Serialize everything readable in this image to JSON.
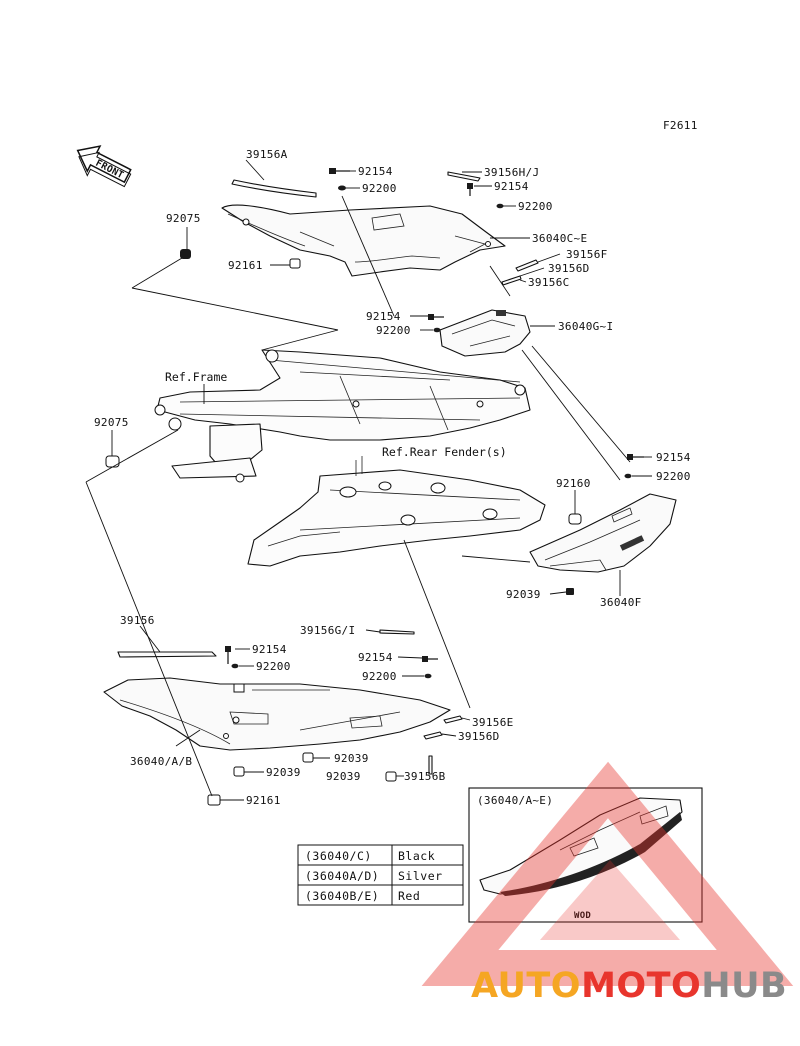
{
  "figure_id": "F2611",
  "front_label": "FRONT",
  "references": {
    "frame": "Ref.Frame",
    "rear_fender": "Ref.Rear Fender(s)"
  },
  "callouts": {
    "p39156A": "39156A",
    "p92154_a": "92154",
    "p92200_a": "92200",
    "p39156HJ": "39156H/J",
    "p92154_b": "92154",
    "p92200_b": "92200",
    "p92075_top": "92075",
    "p36040CE": "36040C~E",
    "p39156F": "39156F",
    "p92161_top": "92161",
    "p39156D_top": "39156D",
    "p39156C": "39156C",
    "p92154_c": "92154",
    "p92200_c": "92200",
    "p36040GI": "36040G~I",
    "p92075_mid": "92075",
    "p92154_d": "92154",
    "p92200_d": "92200",
    "p92160": "92160",
    "p92039_right": "92039",
    "p36040F": "36040F",
    "p39156": "39156",
    "p39156GI": "39156G/I",
    "p92154_e": "92154",
    "p92200_e": "92200",
    "p92154_f": "92154",
    "p92200_f": "92200",
    "p39156E": "39156E",
    "p39156D_bot": "39156D",
    "p36040AB": "36040/A/B",
    "p92039_a": "92039",
    "p92039_b": "92039",
    "p92039_c": "92039",
    "p39156B": "39156B",
    "p92161_bot": "92161"
  },
  "color_table": {
    "rows": [
      {
        "part": "(36040/C)",
        "color": "Black"
      },
      {
        "part": "(36040A/D)",
        "color": "Silver"
      },
      {
        "part": "(36040B/E)",
        "color": "Red"
      }
    ]
  },
  "inset": {
    "title": "(36040/A~E)",
    "note": "WOD"
  },
  "watermark": {
    "text_part1": "AUTO",
    "text_part2": "MOTO",
    "text_part3": "HUB",
    "color_orange": "#f5a623",
    "color_red": "#e8352d",
    "color_gray": "#8a8a8a"
  }
}
